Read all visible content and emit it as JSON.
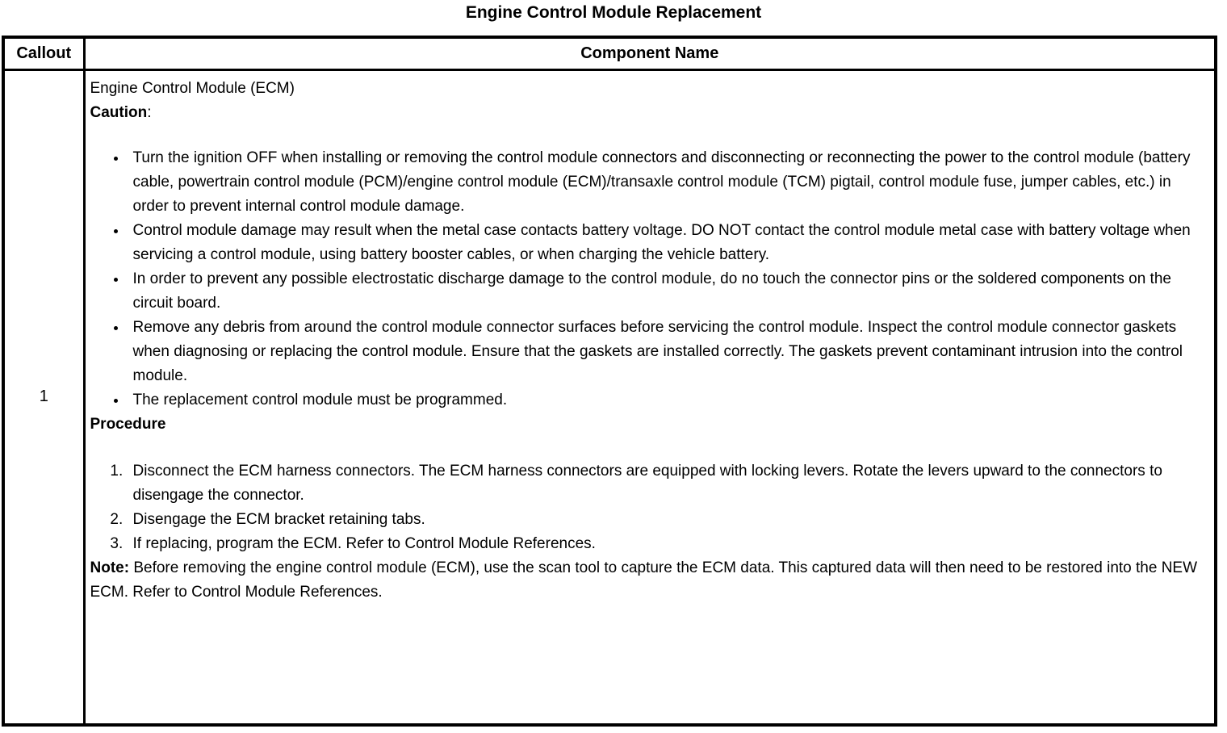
{
  "title": "Engine Control Module Replacement",
  "table": {
    "headers": {
      "callout": "Callout",
      "component": "Component Name"
    },
    "row": {
      "callout": "1",
      "component_name": "Engine Control Module (ECM)",
      "caution": {
        "label": "Caution",
        "colon": ":",
        "bullets": [
          "Turn the ignition OFF when installing or removing the control module connectors and disconnecting or reconnecting the power to the control module (battery cable, powertrain control module (PCM)/engine control module (ECM)/transaxle control module (TCM) pigtail, control module fuse, jumper cables, etc.) in order to prevent internal control module damage.",
          "Control module damage may result when the metal case contacts battery voltage. DO NOT contact the control module metal case with battery voltage when servicing a control module, using battery booster cables, or when charging the vehicle battery.",
          "In order to prevent any possible electrostatic discharge damage to the control module, do no touch the connector pins or the soldered components on the circuit board.",
          "Remove any debris from around the control module connector surfaces before servicing the control module. Inspect the control module connector gaskets when diagnosing or replacing the control module. Ensure that the gaskets are installed correctly. The gaskets prevent contaminant intrusion into the control module.",
          "The replacement control module must be programmed."
        ]
      },
      "procedure": {
        "label": "Procedure",
        "steps": [
          "Disconnect the ECM harness connectors. The ECM harness connectors are equipped with locking levers. Rotate the levers upward to the connectors to disengage the connector.",
          "Disengage the ECM bracket retaining tabs.",
          "If replacing, program the ECM. Refer to Control Module References."
        ]
      },
      "note": {
        "label": "Note:",
        "text": "Before removing the engine control module (ECM), use the scan tool to capture the ECM data. This captured data will then need to be restored into the NEW ECM. Refer to Control Module References."
      }
    }
  }
}
